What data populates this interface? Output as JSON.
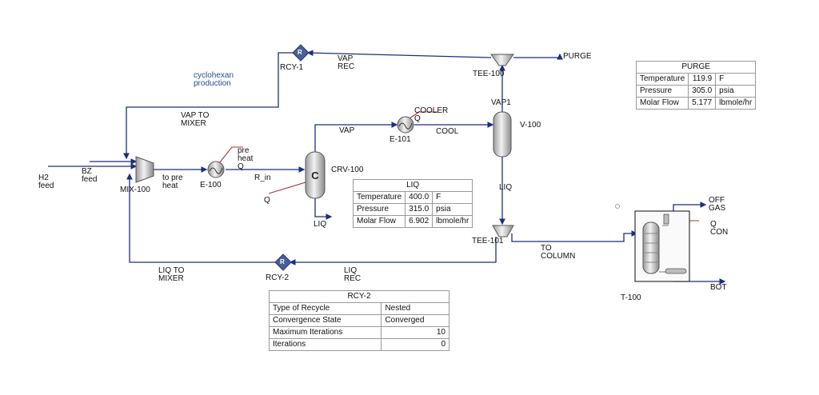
{
  "labels": {
    "h2_feed": "H2\nfeed",
    "bz_feed": "BZ\nfeed",
    "mix100": "MIX-100",
    "to_preheat": "to pre\nheat",
    "e100": "E-100",
    "preheat_q": "pre\nheat\nQ",
    "r_in": "R_in",
    "q_crv": "Q",
    "crv100": "CRV-100",
    "liq_bottom": "LIQ",
    "vap": "VAP",
    "e101": "E-101",
    "cooler": "COOLER\nQ",
    "cool": "COOL",
    "v100": "V-100",
    "vap1": "VAP1",
    "liq_v100": "LIQ",
    "tee100": "TEE-100",
    "purge": "PURGE",
    "vap_rec": "VAP\nREC",
    "rcy1": "RCY-1",
    "cyclohexan": "cyclohexan\nproduction",
    "vap_to_mixer": "VAP TO\nMIXER",
    "tee101": "TEE-101",
    "to_column": "TO\nCOLUMN",
    "liq_rec": "LIQ\nREC",
    "rcy2": "RCY-2",
    "liq_to_mixer": "LIQ TO\nMIXER",
    "t100": "T-100",
    "off_gas": "OFF\nGAS",
    "q_con": "Q\nCON",
    "bot": "BOT",
    "rcy_icon": "R"
  },
  "tables": {
    "purge": {
      "title": "PURGE",
      "rows": [
        {
          "name": "Temperature",
          "value": "119.9",
          "unit": "F"
        },
        {
          "name": "Pressure",
          "value": "305.0",
          "unit": "psia"
        },
        {
          "name": "Molar Flow",
          "value": "5.177",
          "unit": "lbmole/hr"
        }
      ]
    },
    "liq": {
      "title": "LIQ",
      "rows": [
        {
          "name": "Temperature",
          "value": "400.0",
          "unit": "F"
        },
        {
          "name": "Pressure",
          "value": "315.0",
          "unit": "psia"
        },
        {
          "name": "Molar Flow",
          "value": "6.902",
          "unit": "lbmole/hr"
        }
      ]
    },
    "rcy2": {
      "title": "RCY-2",
      "rows": [
        {
          "name": "Type of Recycle",
          "value": "Nested"
        },
        {
          "name": "Convergence State",
          "value": "Converged"
        },
        {
          "name": "Maximum Iterations",
          "value": "10"
        },
        {
          "name": "Iterations",
          "value": "0"
        }
      ]
    }
  },
  "colors": {
    "stream": "#1c2f7a",
    "energy": "#b03030",
    "equipment_fill": "#d8d8d8",
    "equipment_stroke": "#555555",
    "recycle_fill": "#4a5f99"
  },
  "icons": {
    "mixer": "mixer-icon",
    "heater": "heater-icon",
    "reactor": "conversion-reactor-icon",
    "cooler": "cooler-icon",
    "separator": "separator-vessel-icon",
    "tee": "tee-splitter-icon",
    "recycle": "recycle-icon",
    "column": "distillation-column-icon"
  }
}
